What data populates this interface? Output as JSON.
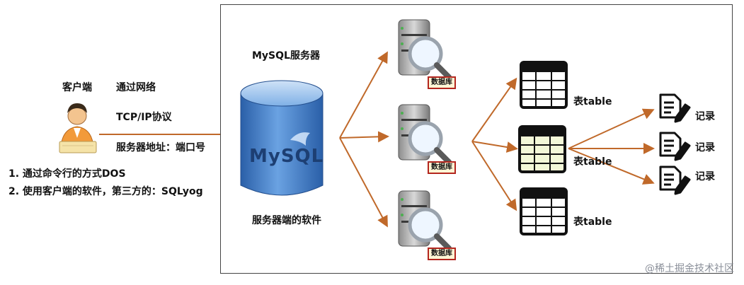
{
  "client": {
    "title": "客户端",
    "network_label": "通过网络",
    "protocol_label": "TCP/IP协议",
    "address_label": "服务器地址：端口号",
    "methods": [
      "1. 通过命令行的方式DOS",
      "2. 使用客户端的软件，第三方的：SQLyog"
    ]
  },
  "server": {
    "title": "MySQL服务器",
    "logo_text": "MySQL",
    "software_label": "服务器端的软件",
    "databases": [
      {
        "label": "数据库"
      },
      {
        "label": "数据库"
      },
      {
        "label": "数据库"
      }
    ],
    "tables": [
      {
        "label": "表table"
      },
      {
        "label": "表table"
      },
      {
        "label": "表table"
      }
    ],
    "records": [
      {
        "label": "记录"
      },
      {
        "label": "记录"
      },
      {
        "label": "记录"
      }
    ]
  },
  "watermark": "@稀土掘金技术社区",
  "colors": {
    "arrow": "#c0692a",
    "badge_border": "#b3261e",
    "cylinder_blue": "#3f78c4"
  }
}
